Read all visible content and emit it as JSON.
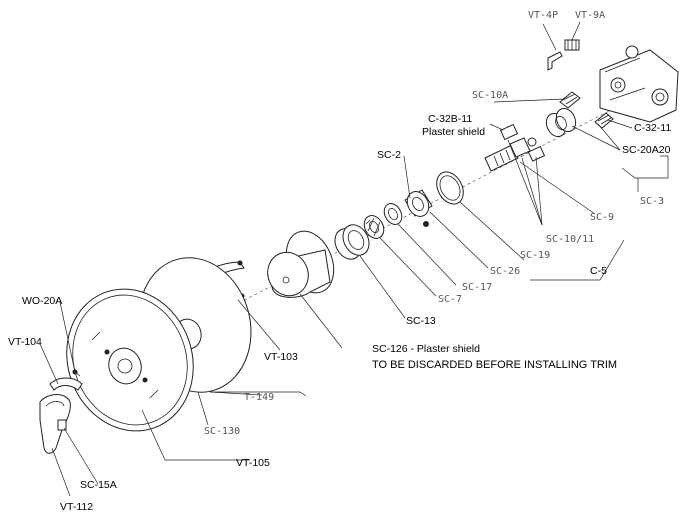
{
  "labels": {
    "vt4p": "VT-4P",
    "vt9a": "VT-9A",
    "sc10a": "SC-10A",
    "c32b11": "C-32B-11",
    "plaster_shield": "Plaster shield",
    "c3211": "C-32-11",
    "sc20a20": "SC-20A20",
    "sc2": "SC-2",
    "sc3": "SC-3",
    "sc9": "SC-9",
    "sc1011": "SC-10/11",
    "sc19": "SC-19",
    "c5": "C-5",
    "sc26": "SC-26",
    "sc17": "SC-17",
    "sc7": "SC-7",
    "sc13": "SC-13",
    "sc126": "SC-126 - Plaster shield",
    "discard_note": "TO BE DISCARDED BEFORE INSTALLING TRIM",
    "vt103": "VT-103",
    "wo20a": "WO-20A",
    "vt104": "VT-104",
    "t149": "T-149",
    "sc130": "SC-130",
    "vt105": "VT-105",
    "sc15a": "SC-15A",
    "vt112": "VT-112"
  }
}
